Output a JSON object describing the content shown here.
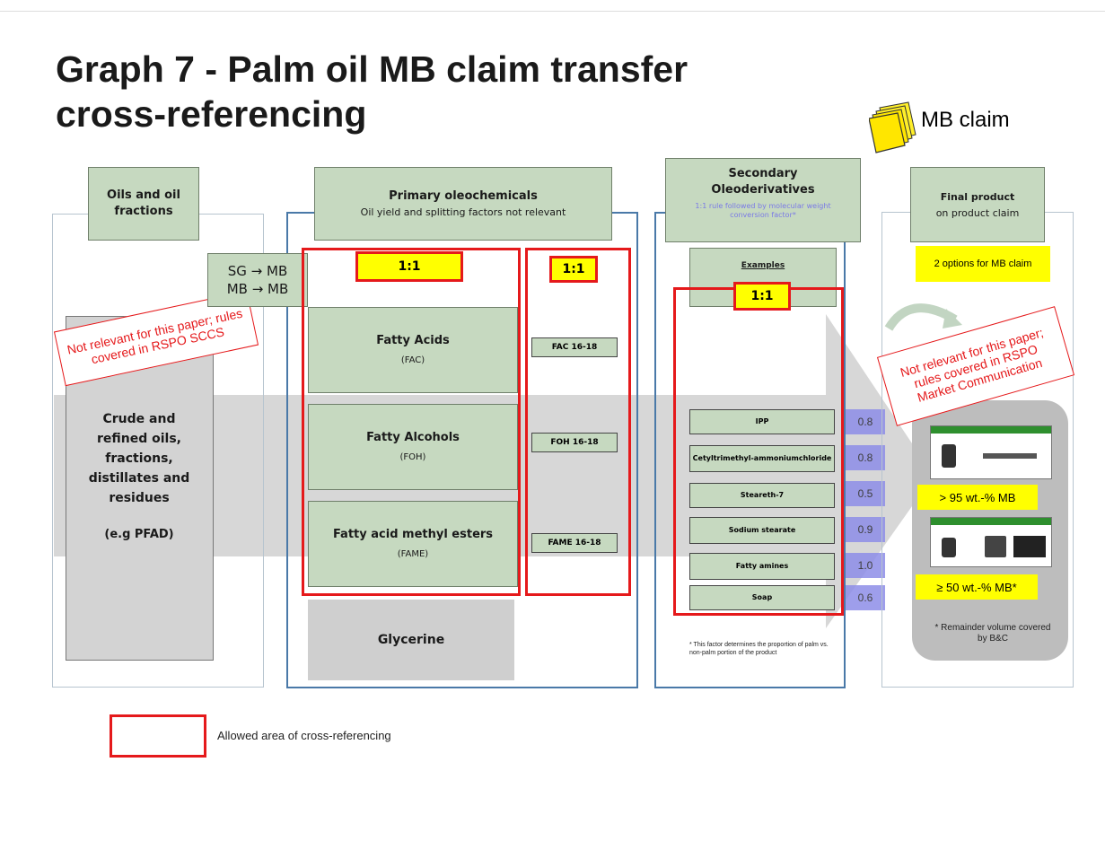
{
  "title_line1": "Graph 7 -  Palm oil MB claim transfer",
  "title_line2": "cross-referencing",
  "legend_top": {
    "label": "MB claim",
    "icon": "mb-claim-pages-icon",
    "color": "#ffee11"
  },
  "columns": {
    "oils": {
      "header": "Oils and oil fractions",
      "body": "Crude and refined oils, fractions, distillates and residues",
      "example": "(e.g PFAD)",
      "note": "Not relevant for this paper; rules covered in RSPO SCCS"
    },
    "primary": {
      "header": "Primary oleochemicals",
      "subheader": "Oil yield and splitting factors not relevant",
      "conversion_line1": "SG → MB",
      "conversion_line2": "MB → MB",
      "ratio_left": "1:1",
      "ratio_right": "1:1",
      "items": [
        {
          "name": "Fatty Acids",
          "abbr": "(FAC)",
          "code": "FAC 16-18"
        },
        {
          "name": "Fatty Alcohols",
          "abbr": "(FOH)",
          "code": "FOH 16-18"
        },
        {
          "name": "Fatty acid methyl esters",
          "abbr": "(FAME)",
          "code": "FAME 16-18"
        }
      ],
      "byproduct": "Glycerine"
    },
    "secondary": {
      "header_line1": "Secondary",
      "header_line2": "Oleoderivatives",
      "header_note": "1:1 rule followed by molecular weight conversion factor*",
      "examples_label": "Examples",
      "ratio": "1:1",
      "items": [
        {
          "name": "IPP",
          "factor": "0.8"
        },
        {
          "name": "Cetyltrimethyl-ammoniumchloride",
          "factor": "0.8"
        },
        {
          "name": "Steareth-7",
          "factor": "0.5"
        },
        {
          "name": "Sodium stearate",
          "factor": "0.9"
        },
        {
          "name": "Fatty amines",
          "factor": "1.0"
        },
        {
          "name": "Soap",
          "factor": "0.6"
        }
      ],
      "footnote": "* This factor determines the proportion of palm vs. non-palm portion of the product"
    },
    "final": {
      "header": "Final  product",
      "subheader": "on product claim",
      "options": "2 options for MB claim",
      "note": "Not relevant for this paper; rules covered in RSPO Market Communication",
      "claim1": "> 95 wt.-% MB",
      "claim2": "≥ 50 wt.-% MB*",
      "remainder": "* Remainder volume covered by B&C"
    }
  },
  "legend_bottom": {
    "label": "Allowed area of cross-referencing",
    "color": "#e5191b"
  },
  "colors": {
    "green": "#c6d9c0",
    "red": "#e5191b",
    "yellow": "#ffff00",
    "blue": "#4a79a8",
    "factor": "#8e8ee8",
    "arrow": "#c9c9c9"
  }
}
